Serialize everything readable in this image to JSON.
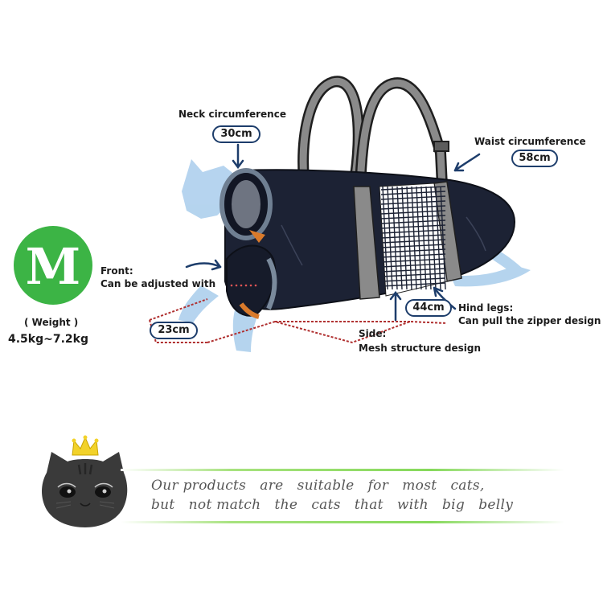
{
  "labels": {
    "neck_title": "Neck circumference",
    "neck_value": "30cm",
    "waist_title": "Waist circumference",
    "waist_value": "58cm",
    "front_line1": "Front:",
    "front_line2": "Can be adjusted with",
    "length_value": "44cm",
    "width_value": "23cm",
    "hind_line1": "Hind legs:",
    "hind_line2": "Can pull the zipper design",
    "side_line1": "Side:",
    "side_line2": "Mesh structure design"
  },
  "size": {
    "letter": "M",
    "weight_title": "( Weight )",
    "weight_range": "4.5kg~7.2kg"
  },
  "slogan": {
    "line1": "Our products   are   suitable   for   most   cats,",
    "line2": "but   not match   the   cats   that   with   big   belly"
  },
  "colors": {
    "bag": "#1c2234",
    "strap": "#8a8a8a",
    "badge": "#3cb445",
    "cat_ghost": "#a9cdec",
    "dim_line": "#b03030",
    "accent": "#1d3d6b"
  },
  "icons": [
    "crown-icon",
    "cat-face-icon"
  ]
}
